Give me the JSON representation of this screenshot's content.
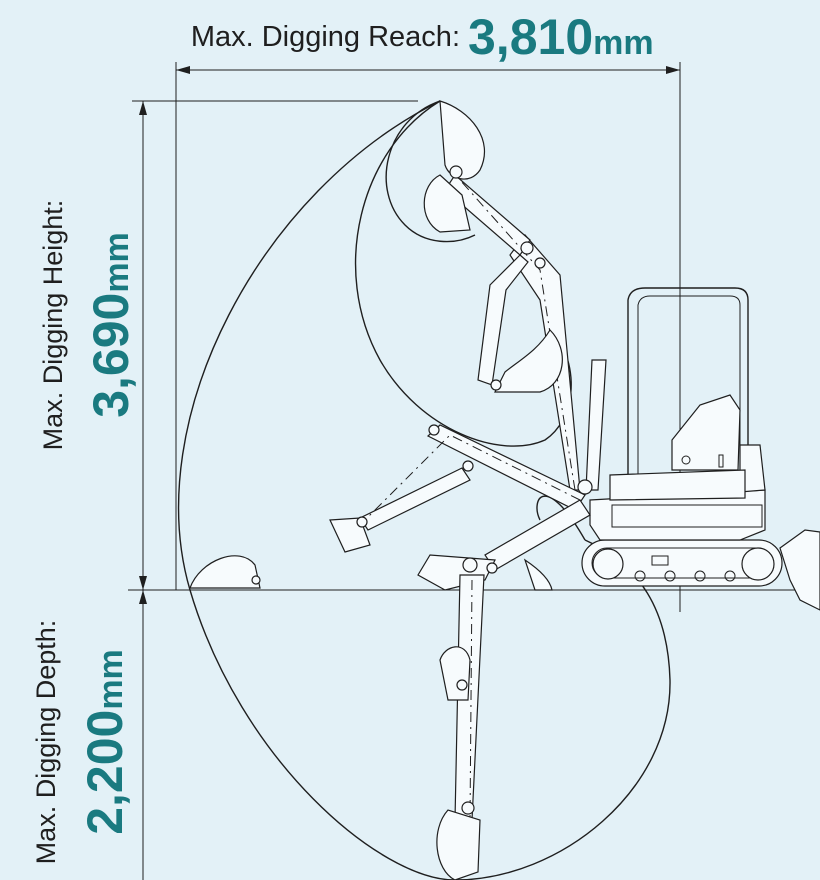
{
  "colors": {
    "background": "#e3f1f7",
    "accent": "#1a7a80",
    "line": "#1f1f1f"
  },
  "reach": {
    "label": "Max. Digging Reach:",
    "value": "3,810",
    "unit": "mm"
  },
  "height": {
    "label": "Max. Digging Height:",
    "value": "3,690",
    "unit": "mm"
  },
  "depth": {
    "label": "Max. Digging Depth:",
    "value": "2,200",
    "unit": "mm"
  }
}
